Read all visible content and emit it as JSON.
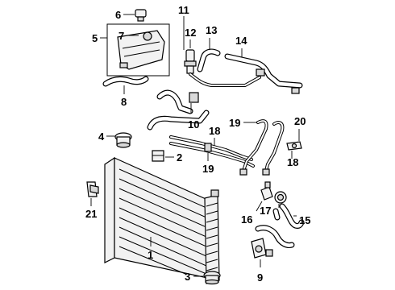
{
  "callouts": {
    "c1": "1",
    "c2": "2",
    "c3": "3",
    "c4": "4",
    "c5": "5",
    "c6": "6",
    "c7": "7",
    "c8": "8",
    "c9": "9",
    "c10": "10",
    "c11": "11",
    "c12": "12",
    "c13": "13",
    "c14": "14",
    "c15": "15",
    "c16": "16",
    "c17": "17",
    "c18a": "18",
    "c18b": "18",
    "c19a": "19",
    "c19b": "19",
    "c20": "20",
    "c21": "21"
  }
}
